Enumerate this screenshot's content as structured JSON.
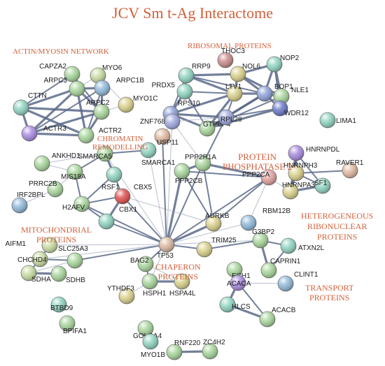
{
  "title": "JCV Sm t-Ag Interactome",
  "groups": {
    "actin": "ACTIN/MYOSIN NETWORK",
    "ribosomal": "RIBOSOMAL PROTEINS",
    "chromatin": [
      "CHROMATIN",
      "REMODELLING"
    ],
    "phosphatase": [
      "PROTEIN",
      "PHOSPHATASE 2"
    ],
    "mitochondrial": [
      "MITOCHONDRIAL",
      "PROTEINS"
    ],
    "hnrnp": [
      "HETEROGENEOUS",
      "RIBONUCLEAR",
      "PROTEINS"
    ],
    "chaperon": [
      "CHAPERON",
      "PROTEINS"
    ],
    "transport": [
      "TRANSPORT",
      "PROTEINS"
    ]
  },
  "nodes": [
    {
      "id": "THOC3",
      "color": "#c98a8a"
    },
    {
      "id": "CAPZA2",
      "color": "#a7d59b"
    },
    {
      "id": "MYO6",
      "color": "#c7dba0"
    },
    {
      "id": "RRP9",
      "color": "#8fd3c0"
    },
    {
      "id": "NOL6",
      "color": "#d9d08a"
    },
    {
      "id": "NOP2",
      "color": "#8fd3c0"
    },
    {
      "id": "ARPC1B",
      "color": "#8fb8d8"
    },
    {
      "id": "ARPC3",
      "color": "#a7d59b"
    },
    {
      "id": "PRDX5",
      "color": "#8fd3c0"
    },
    {
      "id": "LTV1",
      "color": "#d9d08a"
    },
    {
      "id": "BOP1",
      "color": "#8da0d8"
    },
    {
      "id": "NLE1",
      "color": "#a7d59b"
    },
    {
      "id": "CTTN",
      "color": "#8fd3c0"
    },
    {
      "id": "ARPC2",
      "color": "#a7d59b"
    },
    {
      "id": "MYO1C",
      "color": "#d9d08a"
    },
    {
      "id": "RPS10",
      "color": "#8da0d8"
    },
    {
      "id": "ZNF768",
      "color": "#a0a8e0"
    },
    {
      "id": "GTPBP4",
      "color": "#a7d59b"
    },
    {
      "id": "RPL28",
      "color": "#a0a8e0"
    },
    {
      "id": "WDR12",
      "color": "#6a78c8"
    },
    {
      "id": "LIMA1",
      "color": "#8fd3c0"
    },
    {
      "id": "ACTR3",
      "color": "#a98be0"
    },
    {
      "id": "ACTR2",
      "color": "#a7d59b"
    },
    {
      "id": "USP11",
      "color": "#e0b8a0"
    },
    {
      "id": "PPP2R1A",
      "color": "#a7d59b"
    },
    {
      "id": "HNRNPDL",
      "color": "#a98be0"
    },
    {
      "id": "ANKHD1",
      "color": "#a7d59b"
    },
    {
      "id": "SMARCA5",
      "color": "#a7d59b"
    },
    {
      "id": "SMARCA1",
      "color": "#8fd3c0"
    },
    {
      "id": "HNRNPH3",
      "color": "#d9d08a"
    },
    {
      "id": "RAVER1",
      "color": "#e0b8a0"
    },
    {
      "id": "MIS18A",
      "color": "#a7d59b"
    },
    {
      "id": "PRRC2B",
      "color": "#a7d59b"
    },
    {
      "id": "RSF1",
      "color": "#8fd3c0"
    },
    {
      "id": "CBX5",
      "color": "#e05050"
    },
    {
      "id": "PPP2CB",
      "color": "#a7d59b"
    },
    {
      "id": "PPP2CA",
      "color": "#e0a0a0"
    },
    {
      "id": "HNRNPA3",
      "color": "#d9d08a"
    },
    {
      "id": "SF1",
      "color": "#8fd3c0"
    },
    {
      "id": "H2AFV",
      "color": "#a7d59b"
    },
    {
      "id": "IRF2BPL",
      "color": "#8fb8d8"
    },
    {
      "id": "CBX1",
      "color": "#8fd3c0"
    },
    {
      "id": "AURKB",
      "color": "#d9d08a"
    },
    {
      "id": "RBM12B",
      "color": "#8fb8d8"
    },
    {
      "id": "AIFM1",
      "color": "#c7dba0"
    },
    {
      "id": "TP53",
      "color": "#d9b8a0"
    },
    {
      "id": "SLC25A3",
      "color": "#a7d59b"
    },
    {
      "id": "TRIM25",
      "color": "#d9d08a"
    },
    {
      "id": "G3BP2",
      "color": "#a7d59b"
    },
    {
      "id": "ATXN2L",
      "color": "#8fd3c0"
    },
    {
      "id": "CHCHD4",
      "color": "#c7dba0"
    },
    {
      "id": "BAG2",
      "color": "#a7d59b"
    },
    {
      "id": "ECH1",
      "color": "#a7d59b"
    },
    {
      "id": "CAPRIN1",
      "color": "#a7d59b"
    },
    {
      "id": "SDHA",
      "color": "#c7dba0"
    },
    {
      "id": "SDHB",
      "color": "#a7d59b"
    },
    {
      "id": "CLINT1",
      "color": "#8fb8d8"
    },
    {
      "id": "ACACA",
      "color": "#a98be0"
    },
    {
      "id": "YTHDF3",
      "color": "#d9d08a"
    },
    {
      "id": "HSPH1",
      "color": "#a7d59b"
    },
    {
      "id": "HSPA4L",
      "color": "#d9d08a"
    },
    {
      "id": "BTBD9",
      "color": "#8fd3c0"
    },
    {
      "id": "HLCS",
      "color": "#8fd3c0"
    },
    {
      "id": "ACACB",
      "color": "#a7d59b"
    },
    {
      "id": "BPIFA1",
      "color": "#a7d59b"
    },
    {
      "id": "GOLGA4",
      "color": "#a7d59b"
    },
    {
      "id": "MYO1B",
      "color": "#8fd3c0"
    },
    {
      "id": "RNF220",
      "color": "#a7d59b"
    },
    {
      "id": "ZC4H2",
      "color": "#a7d59b"
    }
  ],
  "colors": {
    "group_label": "#d2603a",
    "edge_strong": "#5a6a8a",
    "edge_light": "#9aa5bb"
  }
}
